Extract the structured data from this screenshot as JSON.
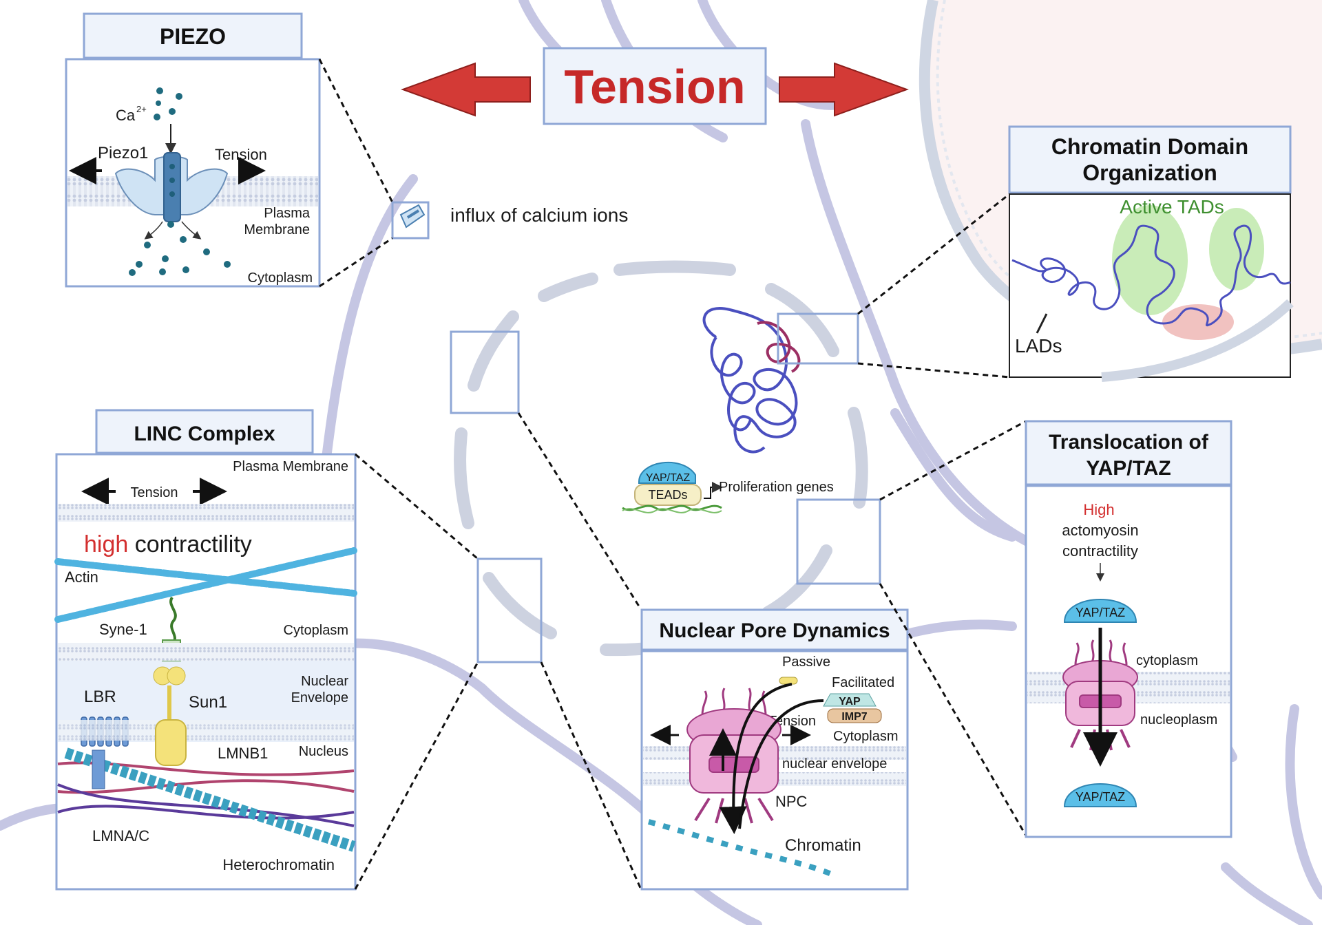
{
  "title": "Tension",
  "influx_label": "influx of calcium ions",
  "piezo": {
    "title": "PIEZO",
    "ca_label": "Ca",
    "ca_superscript": "2+",
    "channel_label": "Piezo1",
    "tension_label": "Tension",
    "membrane_label_1": "Plasma",
    "membrane_label_2": "Membrane",
    "cytoplasm_label": "Cytoplasm"
  },
  "chromatin_panel": {
    "title_line1": "Chromatin Domain",
    "title_line2": "Organization",
    "active_tads": "Active TADs",
    "lads": "LADs"
  },
  "nucleus": {
    "yap_taz": "YAP/TAZ",
    "teads": "TEADs",
    "proliferation": "Proliferation genes"
  },
  "linc": {
    "title": "LINC Complex",
    "plasma_membrane": "Plasma Membrane",
    "tension": "Tension",
    "high": "high",
    "contractility": " contractility",
    "actin": "Actin",
    "syne1": "Syne-1",
    "cytoplasm": "Cytoplasm",
    "nuclear": "Nuclear",
    "envelope": "Envelope",
    "lbr": "LBR",
    "sun1": "Sun1",
    "lmnb1": "LMNB1",
    "nucleus": "Nucleus",
    "lmnac": "LMNA/C",
    "heterochromatin": "Heterochromatin"
  },
  "npc_panel": {
    "title": "Nuclear Pore Dynamics",
    "passive": "Passive",
    "facilitated": "Facilitated",
    "yap": "YAP",
    "imp7": "IMP7",
    "tension": "Tension",
    "cytoplasm": "Cytoplasm",
    "nuclear_envelope": "nuclear envelope",
    "npc": "NPC",
    "chromatin": "Chromatin"
  },
  "yap_panel": {
    "title_line1": "Translocation of",
    "title_line2": "YAP/TAZ",
    "high": "High",
    "actomyosin": "actomyosin",
    "contractility": "contractility",
    "yap_taz_top": "YAP/TAZ",
    "cytoplasm": "cytoplasm",
    "nucleoplasm": "nucleoplasm",
    "yap_taz_bottom": "YAP/TAZ"
  },
  "colors": {
    "title_red": "#c62828",
    "arrow_red": "#d33a36",
    "box_border": "#8fa7d6",
    "title_box_fill": "#eef3fb",
    "cell_line": "#c5c6e3",
    "membrane": "#aeb8d6",
    "active_green": "#3e8f2f",
    "high_red": "#d32f2f",
    "chromatin_blue": "#4a4fbf"
  }
}
